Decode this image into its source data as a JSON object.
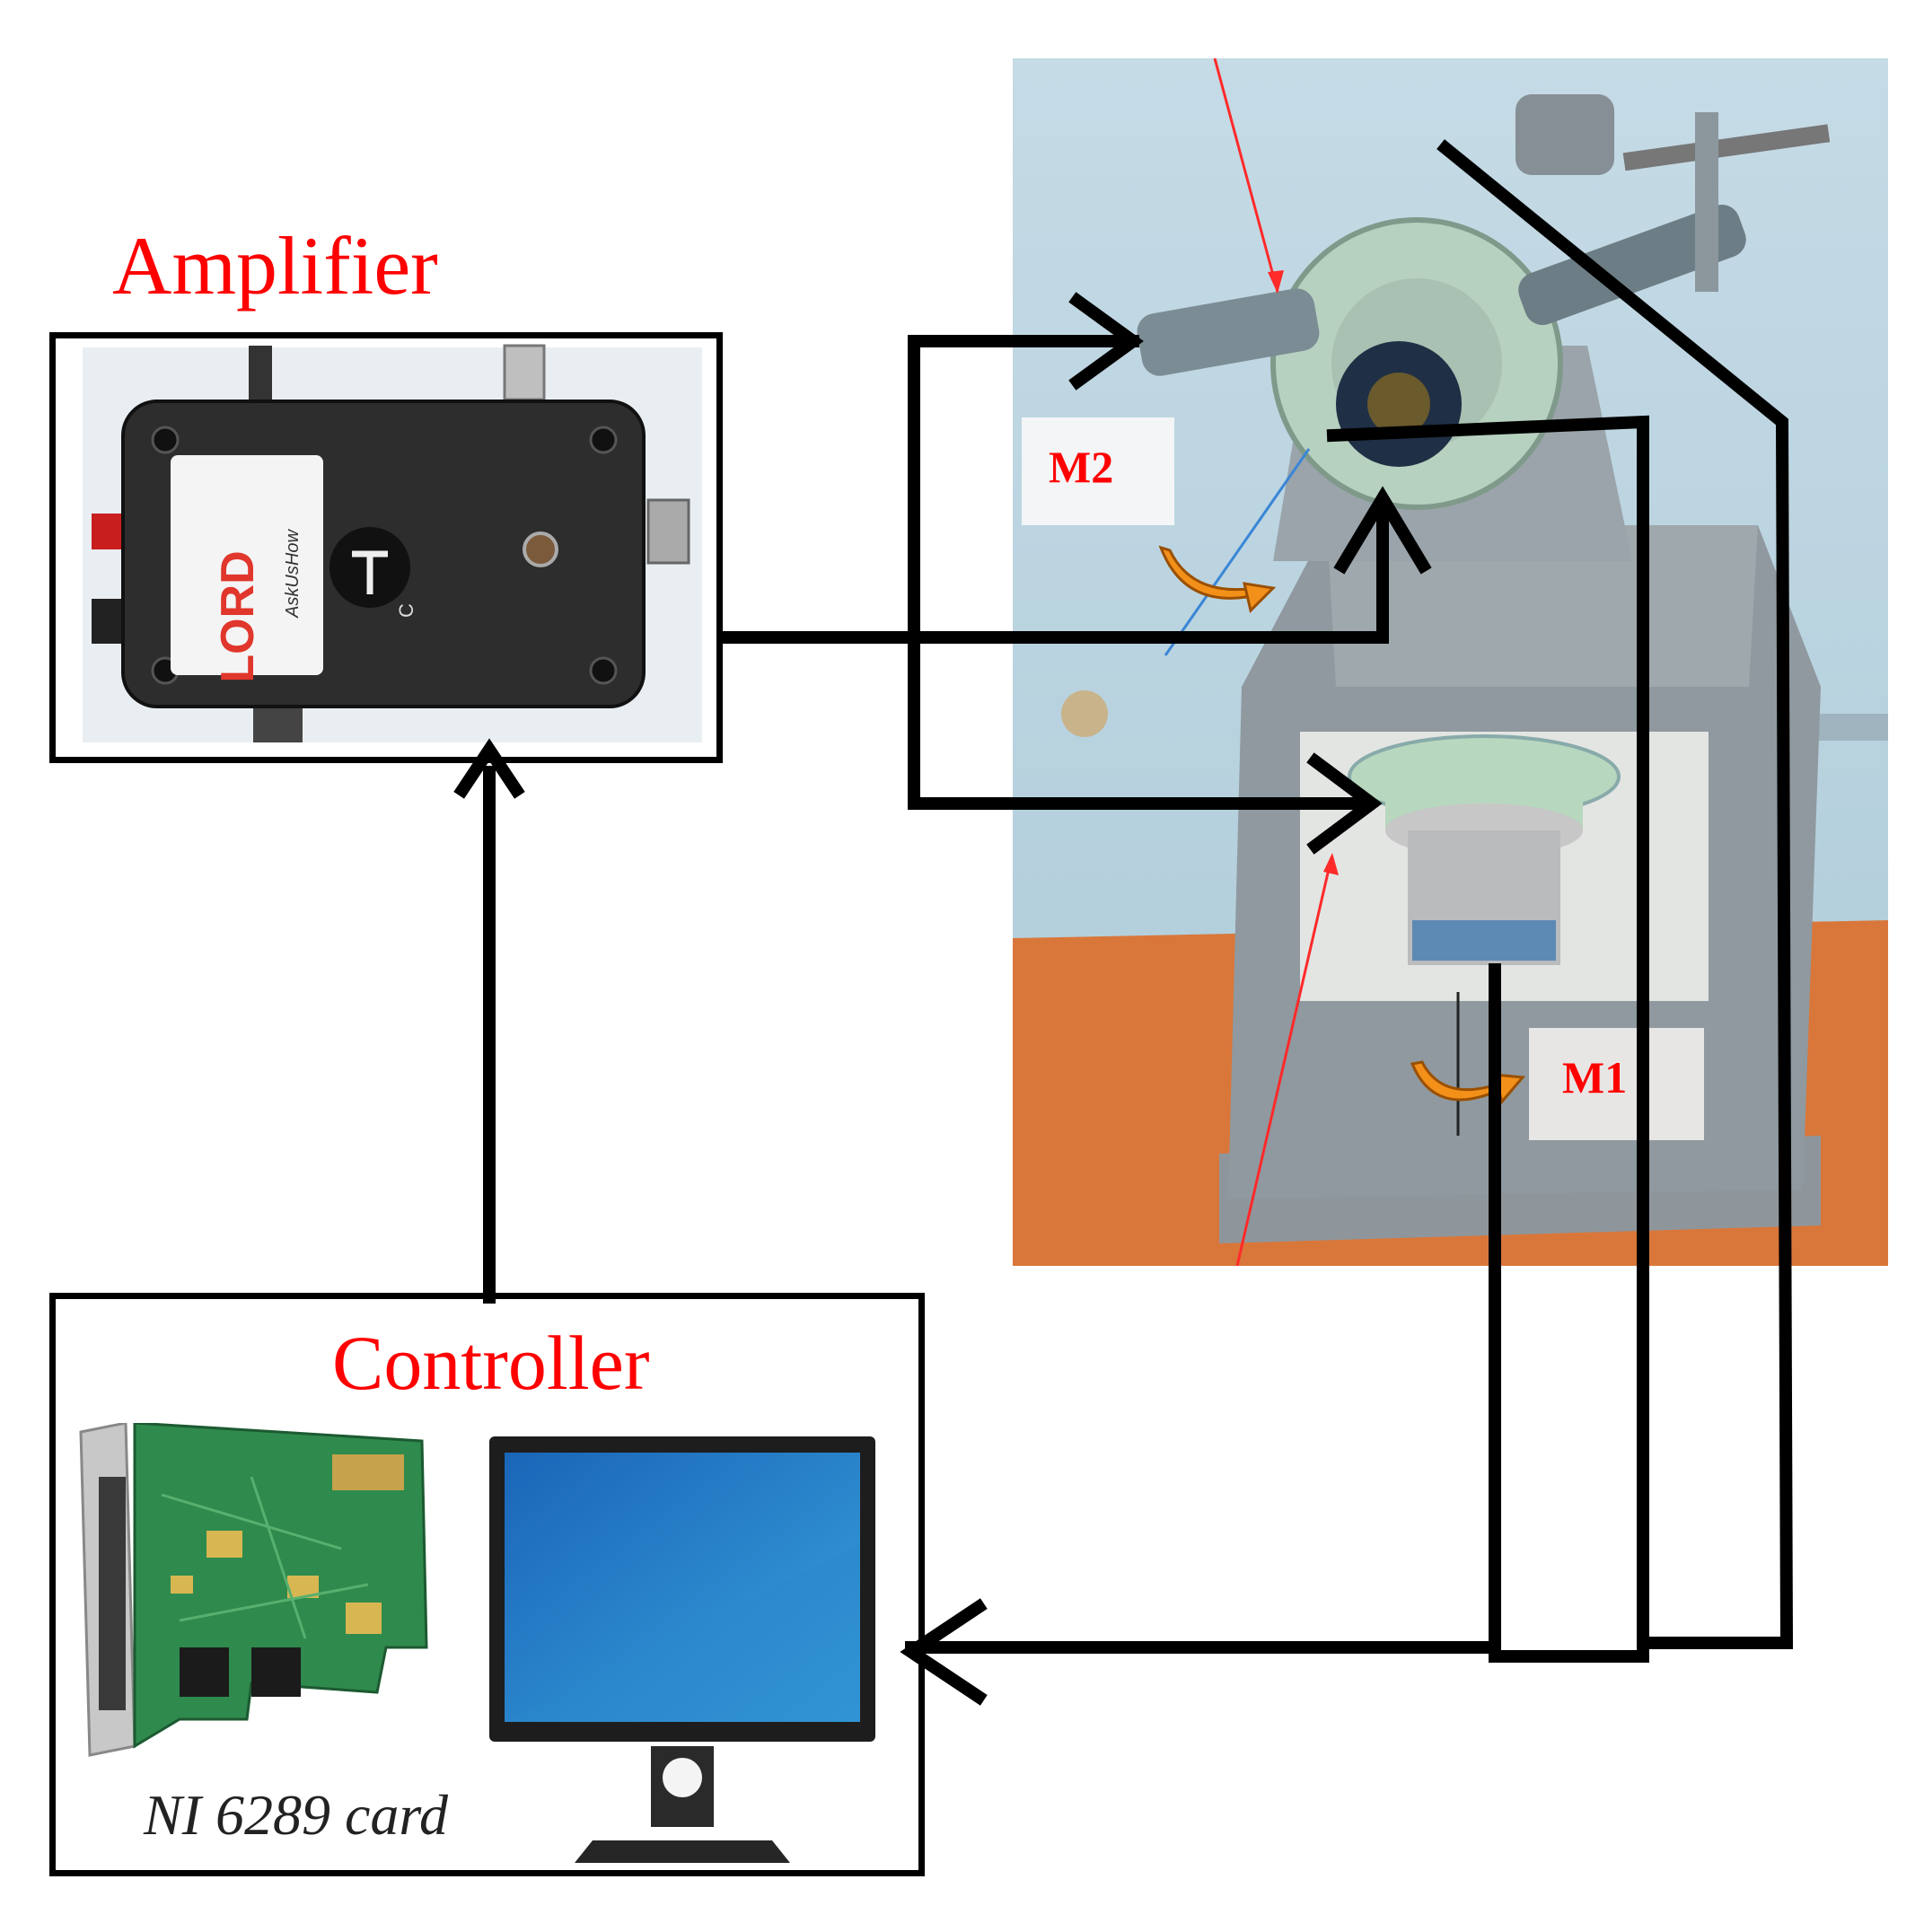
{
  "labels": {
    "amplifier": "Amplifier",
    "controller": "Controller",
    "m2": "M2",
    "m1": "M1",
    "card": "NI 6289 card",
    "lord_brand": "LORD",
    "lord_sub": "AskUsHow",
    "knob_letter": "C"
  },
  "colors": {
    "label_red": "#ff0000",
    "wire_black": "#000000",
    "rotation_orange": "#f39019",
    "photo_wall": "#b8d4e2",
    "photo_floor": "#d9773a"
  },
  "icons": {
    "amplifier_device": "amplifier-icon",
    "robot_arm_photo": "robot-arm-icon",
    "daq_card": "pcb-card-icon",
    "monitor": "monitor-icon",
    "rotation_arrow": "rotation-arrow-icon"
  }
}
